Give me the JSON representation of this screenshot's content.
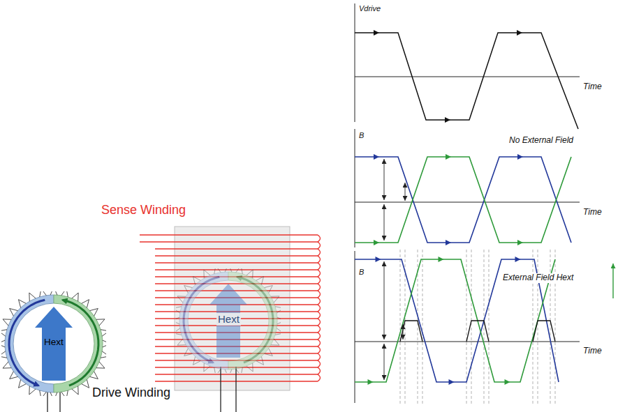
{
  "diagram": {
    "nodes": [
      {
        "text": [
          "Hext"
        ]
      },
      {
        "text": [
          "Sense Winding"
        ]
      },
      {
        "text": [
          "Hext"
        ],
        "in": 1
      }
    ],
    "labels": [
      "Drive Winding",
      "Vdrive",
      "Time",
      "B",
      "No External Field",
      "Time",
      "B",
      "External Field Hext",
      "Time"
    ]
  }
}
